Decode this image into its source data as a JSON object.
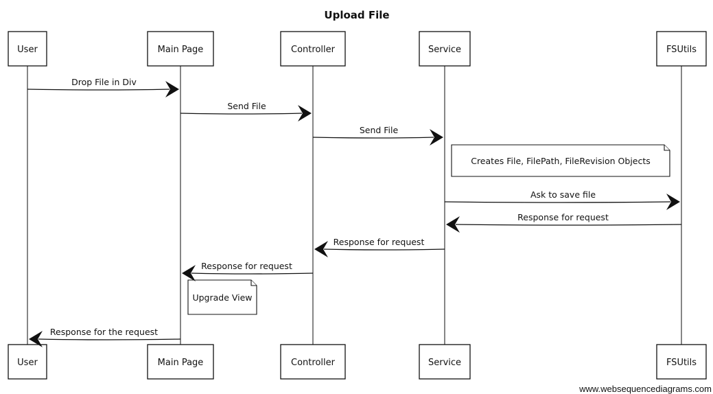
{
  "title": "Upload File",
  "participants": [
    {
      "id": "user",
      "label": "User"
    },
    {
      "id": "mainpage",
      "label": "Main Page"
    },
    {
      "id": "controller",
      "label": "Controller"
    },
    {
      "id": "service",
      "label": "Service"
    },
    {
      "id": "fsutils",
      "label": "FSUtils"
    }
  ],
  "messages": [
    {
      "from": "user",
      "to": "mainpage",
      "label": "Drop File in Div"
    },
    {
      "from": "mainpage",
      "to": "controller",
      "label": "Send File"
    },
    {
      "from": "controller",
      "to": "service",
      "label": "Send File"
    },
    {
      "from": "service",
      "to": "fsutils",
      "label": "Ask to save file"
    },
    {
      "from": "fsutils",
      "to": "service",
      "label": "Response for request"
    },
    {
      "from": "service",
      "to": "controller",
      "label": "Response for request"
    },
    {
      "from": "controller",
      "to": "mainpage",
      "label": "Response for request"
    },
    {
      "from": "mainpage",
      "to": "user",
      "label": "Response for the request"
    }
  ],
  "notes": [
    {
      "over": "service",
      "label": "Creates File, FilePath, FileRevision Objects"
    },
    {
      "over": "mainpage",
      "label": "Upgrade View"
    }
  ],
  "watermark": "www.websequencediagrams.com"
}
